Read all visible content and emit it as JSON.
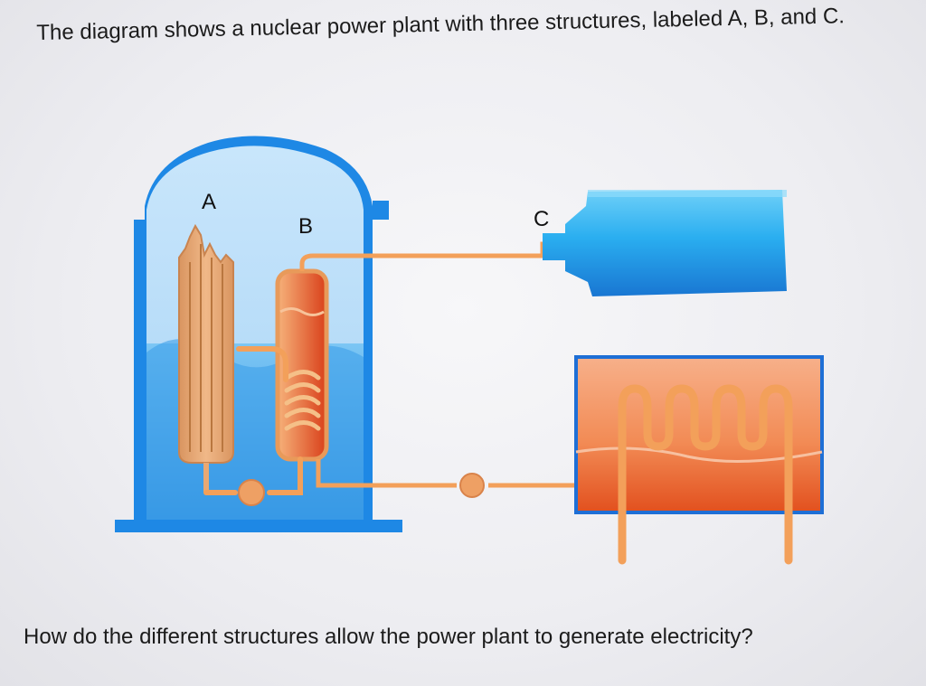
{
  "intro_text": "The diagram shows a nuclear power plant with three structures, labeled A, B, and C.",
  "question_text": "How do the different structures allow the power plant to generate electricity?",
  "labels": {
    "a": "A",
    "b": "B",
    "c": "C"
  },
  "colors": {
    "containment_blue": "#1e88e5",
    "water_blue": "#39a8f0",
    "pipe_orange": "#f3a05a",
    "core_tan": "#e8a873",
    "hot_orange": "#e8521c",
    "turbine_cyan": "#29b6f6"
  }
}
